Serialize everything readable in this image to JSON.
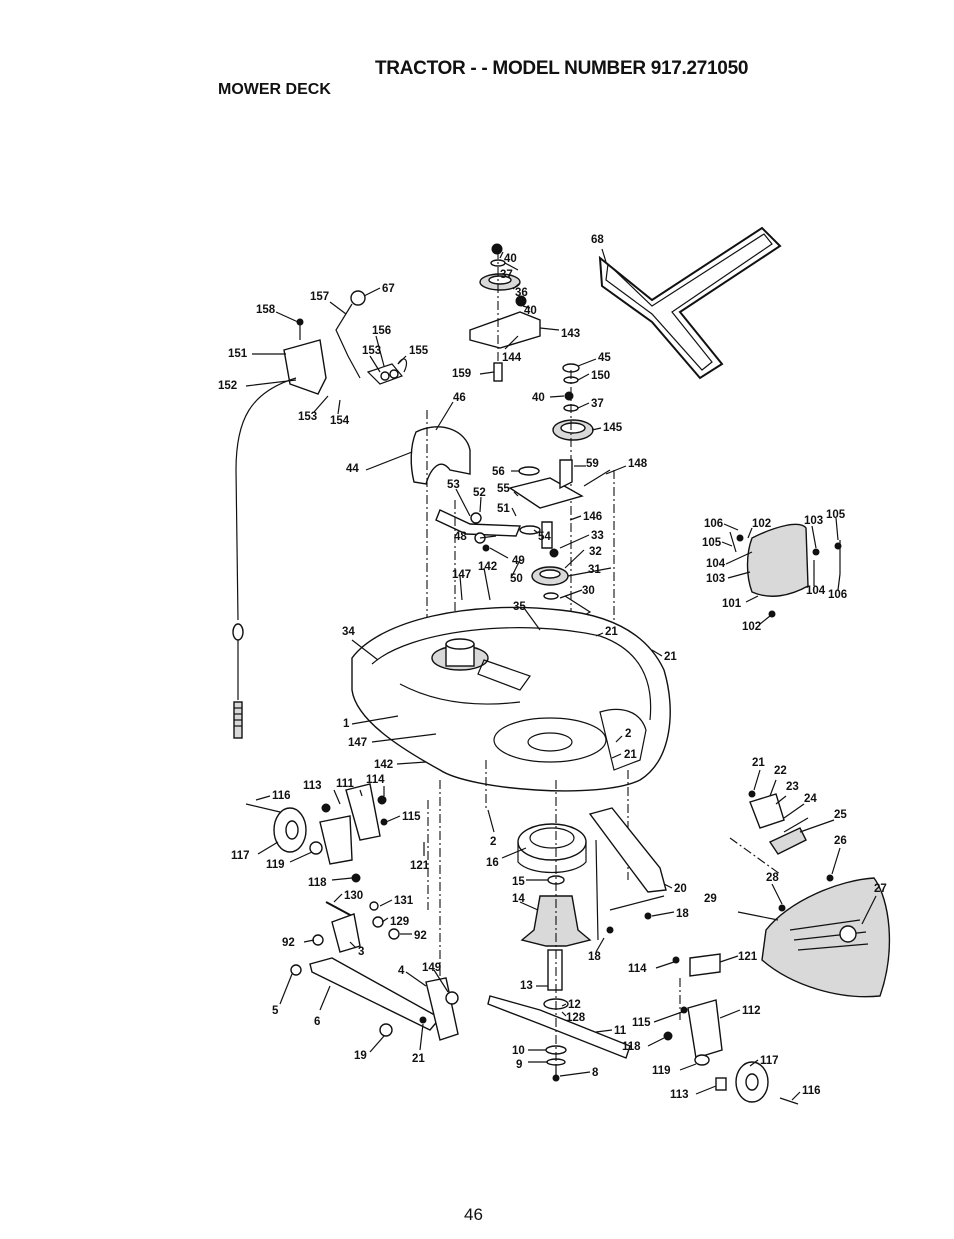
{
  "header": {
    "title": "TRACTOR - - MODEL NUMBER 917.271050",
    "subtitle": "MOWER DECK"
  },
  "footer": {
    "page_number": "46"
  },
  "callouts": [
    {
      "label": "40"
    },
    {
      "label": "37"
    },
    {
      "label": "36"
    },
    {
      "label": "40"
    },
    {
      "label": "68"
    },
    {
      "label": "143"
    },
    {
      "label": "144"
    },
    {
      "label": "45"
    },
    {
      "label": "159"
    },
    {
      "label": "150"
    },
    {
      "label": "40"
    },
    {
      "label": "37"
    },
    {
      "label": "145"
    },
    {
      "label": "67"
    },
    {
      "label": "157"
    },
    {
      "label": "158"
    },
    {
      "label": "156"
    },
    {
      "label": "155"
    },
    {
      "label": "151"
    },
    {
      "label": "153"
    },
    {
      "label": "152"
    },
    {
      "label": "153"
    },
    {
      "label": "154"
    },
    {
      "label": "46"
    },
    {
      "label": "44"
    },
    {
      "label": "56"
    },
    {
      "label": "59"
    },
    {
      "label": "148"
    },
    {
      "label": "53"
    },
    {
      "label": "52"
    },
    {
      "label": "55"
    },
    {
      "label": "51"
    },
    {
      "label": "146"
    },
    {
      "label": "54"
    },
    {
      "label": "33"
    },
    {
      "label": "48"
    },
    {
      "label": "49"
    },
    {
      "label": "32"
    },
    {
      "label": "147"
    },
    {
      "label": "142"
    },
    {
      "label": "50"
    },
    {
      "label": "31"
    },
    {
      "label": "30"
    },
    {
      "label": "35"
    },
    {
      "label": "34"
    },
    {
      "label": "21"
    },
    {
      "label": "21"
    },
    {
      "label": "1"
    },
    {
      "label": "147"
    },
    {
      "label": "2"
    },
    {
      "label": "21"
    },
    {
      "label": "142"
    },
    {
      "label": "113"
    },
    {
      "label": "111"
    },
    {
      "label": "114"
    },
    {
      "label": "116"
    },
    {
      "label": "115"
    },
    {
      "label": "117"
    },
    {
      "label": "119"
    },
    {
      "label": "121"
    },
    {
      "label": "2"
    },
    {
      "label": "16"
    },
    {
      "label": "118"
    },
    {
      "label": "130"
    },
    {
      "label": "131"
    },
    {
      "label": "129"
    },
    {
      "label": "92"
    },
    {
      "label": "92"
    },
    {
      "label": "3"
    },
    {
      "label": "15"
    },
    {
      "label": "14"
    },
    {
      "label": "20"
    },
    {
      "label": "18"
    },
    {
      "label": "18"
    },
    {
      "label": "4"
    },
    {
      "label": "149"
    },
    {
      "label": "5"
    },
    {
      "label": "6"
    },
    {
      "label": "13"
    },
    {
      "label": "12"
    },
    {
      "label": "128"
    },
    {
      "label": "11"
    },
    {
      "label": "19"
    },
    {
      "label": "21"
    },
    {
      "label": "10"
    },
    {
      "label": "9"
    },
    {
      "label": "8"
    },
    {
      "label": "106"
    },
    {
      "label": "102"
    },
    {
      "label": "103"
    },
    {
      "label": "105"
    },
    {
      "label": "105"
    },
    {
      "label": "104"
    },
    {
      "label": "103"
    },
    {
      "label": "104"
    },
    {
      "label": "106"
    },
    {
      "label": "101"
    },
    {
      "label": "102"
    },
    {
      "label": "21"
    },
    {
      "label": "22"
    },
    {
      "label": "23"
    },
    {
      "label": "24"
    },
    {
      "label": "25"
    },
    {
      "label": "26"
    },
    {
      "label": "28"
    },
    {
      "label": "27"
    },
    {
      "label": "29"
    },
    {
      "label": "114"
    },
    {
      "label": "121"
    },
    {
      "label": "115"
    },
    {
      "label": "112"
    },
    {
      "label": "118"
    },
    {
      "label": "119"
    },
    {
      "label": "117"
    },
    {
      "label": "113"
    },
    {
      "label": "116"
    }
  ]
}
